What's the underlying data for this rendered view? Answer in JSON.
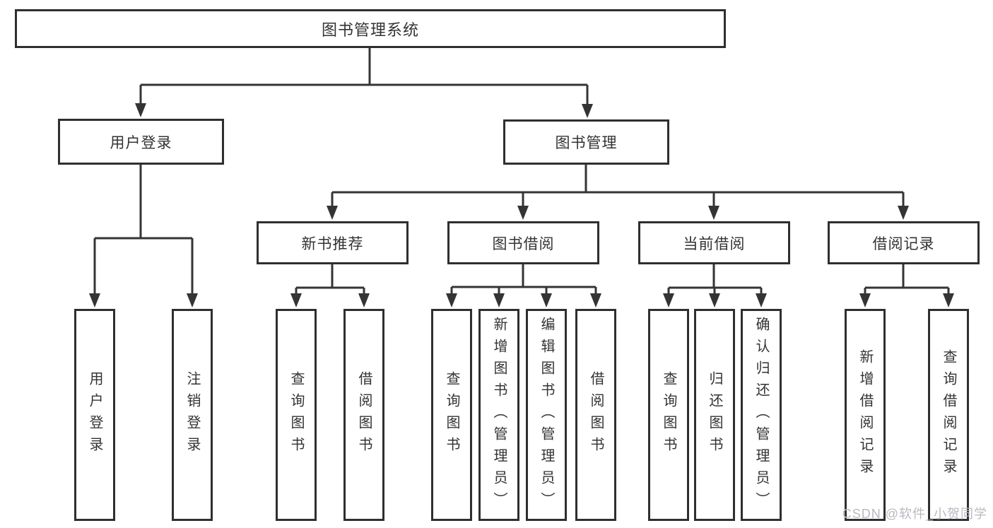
{
  "root": {
    "label": "图书管理系统"
  },
  "level2": [
    {
      "label": "用户登录"
    },
    {
      "label": "图书管理"
    }
  ],
  "level3": [
    {
      "label": "新书推荐"
    },
    {
      "label": "图书借阅"
    },
    {
      "label": "当前借阅"
    },
    {
      "label": "借阅记录"
    }
  ],
  "leaves": {
    "user_login": [
      {
        "label": "用户登录"
      },
      {
        "label": "注销登录"
      }
    ],
    "new_book": [
      {
        "label": "查询图书"
      },
      {
        "label": "借阅图书"
      }
    ],
    "book_borrow": [
      {
        "label": "查询图书"
      },
      {
        "label": "新增图书（管理员）"
      },
      {
        "label": "编辑图书（管理员）"
      },
      {
        "label": "借阅图书"
      }
    ],
    "current_borrow": [
      {
        "label": "查询图书"
      },
      {
        "label": "归还图书"
      },
      {
        "label": "确认归还（管理员）"
      }
    ],
    "borrow_records": [
      {
        "label": "新增借阅记录"
      },
      {
        "label": "查询借阅记录"
      }
    ]
  },
  "watermark": {
    "text": "CSDN @软件_小贺同学"
  },
  "colors": {
    "line": "#343434",
    "border": "#2f2f2f",
    "text": "#333333",
    "watermark": "#b6bac0",
    "background": "#ffffff"
  }
}
